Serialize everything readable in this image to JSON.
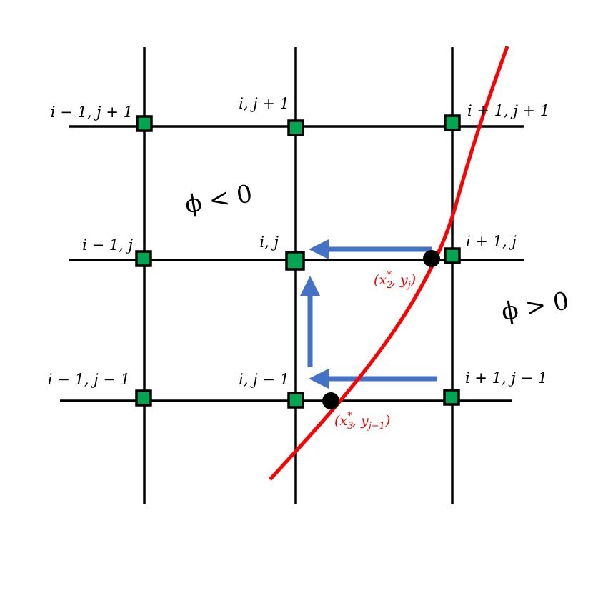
{
  "colors": {
    "grid_line": "#000000",
    "node_fill": "#00a651",
    "node_stroke": "#000000",
    "interface_curve": "#ff0000",
    "arrows": "#4472c4",
    "intersection_point": "#000000",
    "intersection_label": "#ff0000"
  },
  "nodes": [
    {
      "label": "i − 1, j + 1"
    },
    {
      "label": "i, j + 1"
    },
    {
      "label": "i + 1, j + 1"
    },
    {
      "label": "i − 1, j"
    },
    {
      "label": "i, j"
    },
    {
      "label": "i + 1, j"
    },
    {
      "label": "i − 1, j − 1"
    },
    {
      "label": "i, j − 1"
    },
    {
      "label": "i + 1, j − 1"
    }
  ],
  "regions": {
    "negative": "ϕ < 0",
    "positive": "ϕ > 0"
  },
  "intersections": [
    {
      "x_var": "x",
      "x_sub": "2",
      "x_sup": "*",
      "y_var": "y",
      "y_sub": "j"
    },
    {
      "x_var": "x",
      "x_sub": "3",
      "x_sup": "*",
      "y_var": "y",
      "y_sub": "j−1"
    }
  ]
}
